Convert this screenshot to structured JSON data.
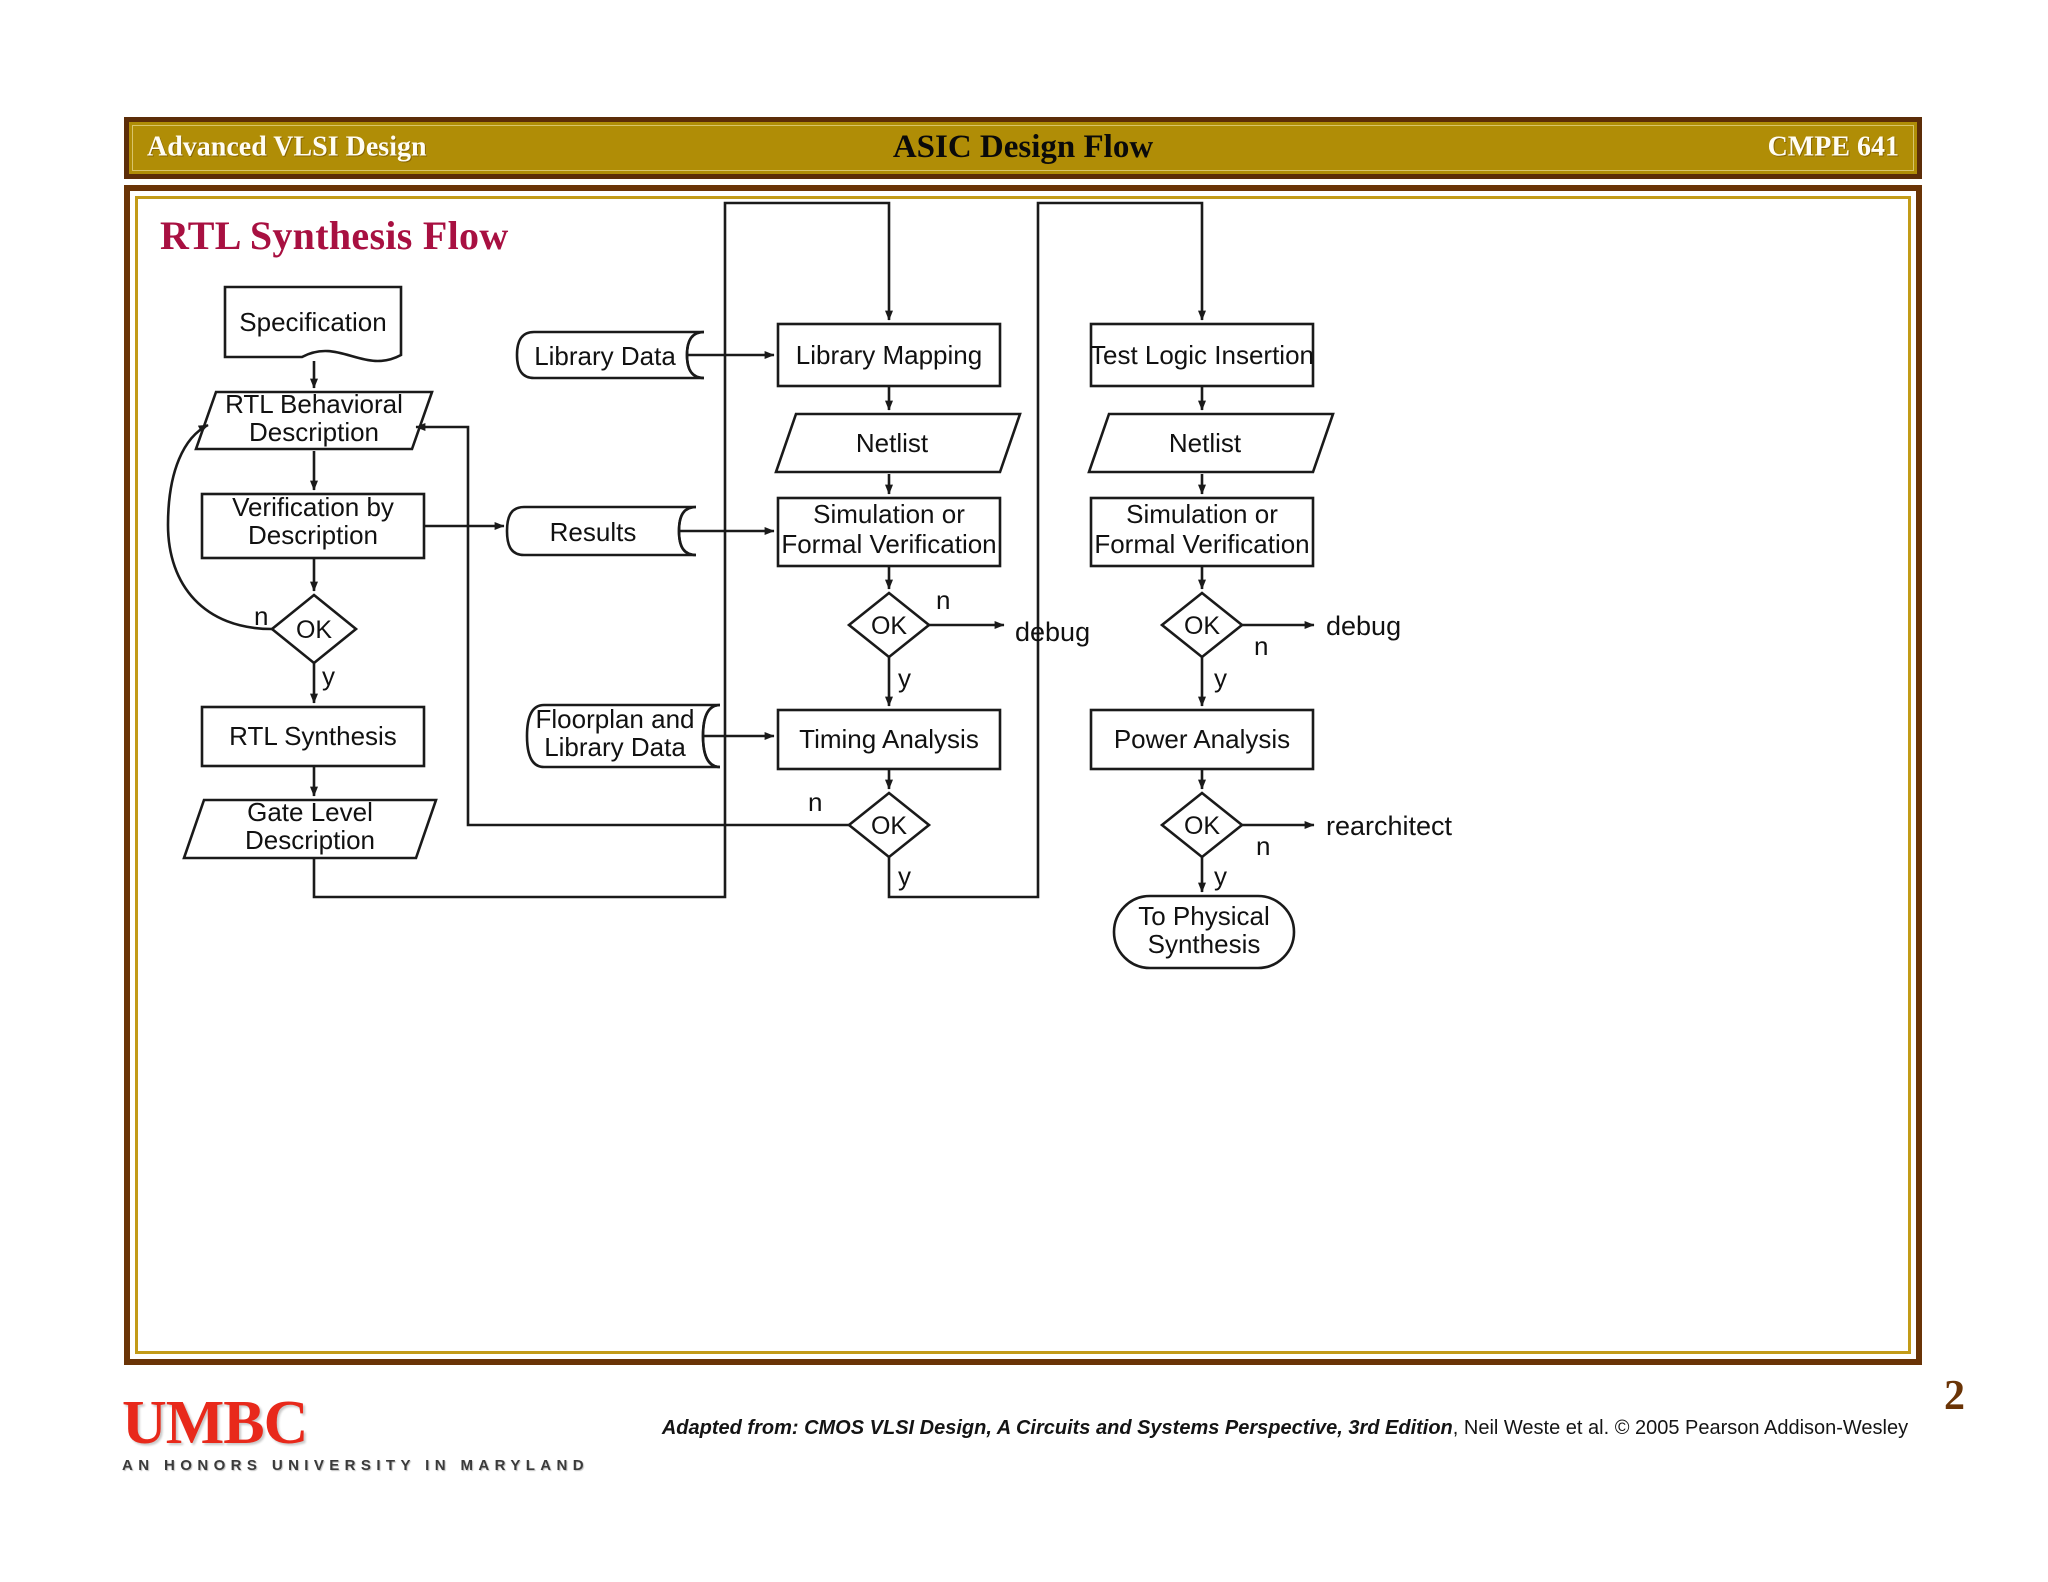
{
  "header": {
    "left": "Advanced VLSI Design",
    "center": "ASIC Design Flow",
    "right": "CMPE 641",
    "bar_color": "#B08D06",
    "border_color": "#5C2D08"
  },
  "slide": {
    "title": "RTL Synthesis Flow",
    "title_color": "#A81041",
    "frame_border_color": "#6A3406",
    "frame_inner_color": "#C39B18"
  },
  "footer": {
    "logo_main": "UMBC",
    "logo_sub": "AN HONORS UNIVERSITY IN MARYLAND",
    "logo_color": "#E8291B",
    "credit_prefix": "Adapted from: ",
    "credit_title": "CMOS VLSI Design, A Circuits and Systems Perspective, 3rd Edition",
    "credit_suffix": ", Neil Weste et al. © 2005 Pearson Addison-Wesley",
    "page_number": "2"
  },
  "chart_data": {
    "type": "diagram",
    "title": "RTL Synthesis Flow",
    "diagram_kind": "flowchart",
    "columns": [
      "left-rtl-entry",
      "middle-library-mapping",
      "right-test-logic"
    ],
    "nodes": [
      {
        "id": "specification",
        "label": "Specification",
        "shape": "document",
        "column": "left"
      },
      {
        "id": "rtl-behavioral",
        "label": "RTL Behavioral\nDescription",
        "shape": "parallelogram",
        "column": "left"
      },
      {
        "id": "verification-by-desc",
        "label": "Verification by\nDescription",
        "shape": "rectangle",
        "column": "left"
      },
      {
        "id": "ok-left",
        "label": "OK",
        "shape": "diamond",
        "column": "left"
      },
      {
        "id": "rtl-synthesis",
        "label": "RTL Synthesis",
        "shape": "rectangle",
        "column": "left"
      },
      {
        "id": "gate-level-desc",
        "label": "Gate Level\nDescription",
        "shape": "parallelogram",
        "column": "left"
      },
      {
        "id": "library-data",
        "label": "Library Data",
        "shape": "cylinder",
        "column": "middle"
      },
      {
        "id": "results",
        "label": "Results",
        "shape": "cylinder",
        "column": "middle"
      },
      {
        "id": "floorplan-library-data",
        "label": "Floorplan and\nLibrary Data",
        "shape": "cylinder",
        "column": "middle"
      },
      {
        "id": "library-mapping",
        "label": "Library Mapping",
        "shape": "rectangle",
        "column": "middle"
      },
      {
        "id": "netlist-mid",
        "label": "Netlist",
        "shape": "parallelogram",
        "column": "middle"
      },
      {
        "id": "sim-formal-mid",
        "label": "Simulation or\nFormal Verification",
        "shape": "rectangle",
        "column": "middle"
      },
      {
        "id": "ok-mid-1",
        "label": "OK",
        "shape": "diamond",
        "column": "middle"
      },
      {
        "id": "timing-analysis",
        "label": "Timing Analysis",
        "shape": "rectangle",
        "column": "middle"
      },
      {
        "id": "ok-mid-2",
        "label": "OK",
        "shape": "diamond",
        "column": "middle"
      },
      {
        "id": "test-logic-insertion",
        "label": "Test Logic Insertion",
        "shape": "rectangle",
        "column": "right"
      },
      {
        "id": "netlist-right",
        "label": "Netlist",
        "shape": "parallelogram",
        "column": "right"
      },
      {
        "id": "sim-formal-right",
        "label": "Simulation or\nFormal Verification",
        "shape": "rectangle",
        "column": "right"
      },
      {
        "id": "ok-right-1",
        "label": "OK",
        "shape": "diamond",
        "column": "right"
      },
      {
        "id": "power-analysis",
        "label": "Power Analysis",
        "shape": "rectangle",
        "column": "right"
      },
      {
        "id": "ok-right-2",
        "label": "OK",
        "shape": "diamond",
        "column": "right"
      },
      {
        "id": "to-physical-synthesis",
        "label": "To Physical\nSynthesis",
        "shape": "stadium",
        "column": "right"
      }
    ],
    "terminal_labels": [
      {
        "id": "debug-mid",
        "label": "debug"
      },
      {
        "id": "debug-right",
        "label": "debug"
      },
      {
        "id": "rearchitect",
        "label": "rearchitect"
      }
    ],
    "edge_labels": {
      "no": "n",
      "yes": "y"
    },
    "edges": [
      {
        "from": "specification",
        "to": "rtl-behavioral",
        "label": ""
      },
      {
        "from": "rtl-behavioral",
        "to": "verification-by-desc",
        "label": ""
      },
      {
        "from": "verification-by-desc",
        "to": "ok-left",
        "label": ""
      },
      {
        "from": "ok-left",
        "to": "rtl-behavioral",
        "label": "n"
      },
      {
        "from": "ok-left",
        "to": "rtl-synthesis",
        "label": "y"
      },
      {
        "from": "rtl-synthesis",
        "to": "gate-level-desc",
        "label": ""
      },
      {
        "from": "verification-by-desc",
        "to": "results",
        "label": ""
      },
      {
        "from": "library-data",
        "to": "library-mapping",
        "label": ""
      },
      {
        "from": "gate-level-desc",
        "to": "library-mapping",
        "label": ""
      },
      {
        "from": "library-mapping",
        "to": "netlist-mid",
        "label": ""
      },
      {
        "from": "netlist-mid",
        "to": "sim-formal-mid",
        "label": ""
      },
      {
        "from": "results",
        "to": "sim-formal-mid",
        "label": ""
      },
      {
        "from": "sim-formal-mid",
        "to": "ok-mid-1",
        "label": ""
      },
      {
        "from": "ok-mid-1",
        "to": "debug-mid",
        "label": "n"
      },
      {
        "from": "ok-mid-1",
        "to": "timing-analysis",
        "label": "y"
      },
      {
        "from": "floorplan-library-data",
        "to": "timing-analysis",
        "label": ""
      },
      {
        "from": "timing-analysis",
        "to": "ok-mid-2",
        "label": ""
      },
      {
        "from": "ok-mid-2",
        "to": "rtl-behavioral",
        "label": "n"
      },
      {
        "from": "ok-mid-2",
        "to": "test-logic-insertion",
        "label": "y"
      },
      {
        "from": "test-logic-insertion",
        "to": "netlist-right",
        "label": ""
      },
      {
        "from": "netlist-right",
        "to": "sim-formal-right",
        "label": ""
      },
      {
        "from": "sim-formal-right",
        "to": "ok-right-1",
        "label": ""
      },
      {
        "from": "ok-right-1",
        "to": "debug-right",
        "label": "n"
      },
      {
        "from": "ok-right-1",
        "to": "power-analysis",
        "label": "y"
      },
      {
        "from": "power-analysis",
        "to": "ok-right-2",
        "label": ""
      },
      {
        "from": "ok-right-2",
        "to": "rearchitect",
        "label": "n"
      },
      {
        "from": "ok-right-2",
        "to": "to-physical-synthesis",
        "label": "y"
      }
    ]
  }
}
